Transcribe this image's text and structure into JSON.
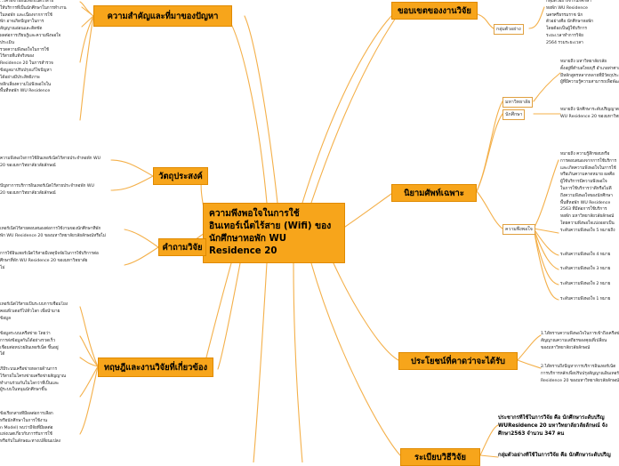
{
  "center": {
    "title": "ความพึงพอใจในการใช้อินเทอร์เน็ตไร้สาย (Wifi) ของนักศึกษาหอพัก WU Residence 20"
  },
  "branches": {
    "significance": "ความสำคัญและที่มาของปัญหา",
    "objectives": "วัตถุประสงค์",
    "questions": "คำถามวิจัย",
    "theory": "ทฤษฎีและงานวิจัยที่เกี่ยวข้อง",
    "scope": "ขอบเขตของงานวิจัย",
    "definitions": "นิยามศัพท์เฉพาะ",
    "benefits": "ประโยชน์ที่คาดว่าจะได้รับ",
    "methodology": "ระเบียบวิธีวิจัย"
  },
  "subnodes": {
    "sample_group": "กลุ่มตัวอย่าง",
    "university": "มหาวิทยาลัย",
    "students": "นักศึกษา",
    "satisfaction": "ความพึงพอใจ"
  },
  "texts": {
    "significance": "...เครือข่ายอินเทอร์เน็ตไร้สาย\nให้บริการที่เป็นนักศึกษาในการทำงาน\nในหอพัก และเนื่องจากการใช้\nพัก อาจเกิดปัญหาในการ\nสัญญาณอ่อนและติดขัด\nผลต่อการเรียนรู้และความพึงพอใจ\nประเมิน\nรวดความพึงพอใจในการใช้\nไร้สายที่แท้จริงของ\nResidence 20 ในการสำรวจ\nข้อมูลมาปรับปรุงแก้ไขปัญหา\nได้อย่างมีประสิทธิภาพ\nหลีกเลี่ยงความไม่พึงพอใจใน\nพื้นที่หอพัก WU Residence",
    "objectives_1": "ความพึงพอใจการใช้อินเทอร์เน็ตไร้สายประจำหอพัก WU\n20 ของมหาวิทยาลัยวลัยลักษณ์",
    "objectives_2": "ปัญหาการบริการอินเทอร์เน็ตไร้สายประจำหอพัก WU\n20 ของมหาวิทยาลัยวลัยลักษณ์",
    "questions_1": "เทอร์เน็ตไร้สายตอบสนองต่อการใช้งานของนักศึกษาที่พัก\nพัก WU Residence 20 ของมหาวิทยาลัยวลัยลักษณ์หรือไม่",
    "questions_2": "การใช้อินเทอร์เน็ตไร้สายมีเหตุปัจจัยในการใช้บริการต่อ\nศึกษาที่พัก WU Residence 20 ของมหาวิทยาลัย\nไม่",
    "theory_1": "เทอร์เน็ตไร้สายเป็นระบบการเชื่อมโยง\nคอมพิวเตอร์ไปทั่วโลก เพื่อนำมาย\nข้อมูล",
    "theory_2": "ข้อมูลระบบเครือข่าย โดยว่า\nการส่งข้อมูลกันได้อย่างรวดเร็ว\nเชื่อมต่อหน่วยอินเทอร์เน็ต ขึ้นอยู่\nได้",
    "theory_3": "ภีมีระบบเครือข่ายหลายด้านการ\nไร้สายในโครงข่ายเครือข่ายสัญญาณ\nทำงานร่วมกันในโลกว่าที่เป็นและ\nผู้ระบบในหนุนนักศึกษาขึ้น",
    "theory_4": "ข้อเรียกสายที่มีผลต่อการเลือก\nหรือนักศึกษาในการใช้งาน\nn Model) พบว่ามีจัยที่มีผลต่อ\nแห่งเนตเกี่ยวกับการรับการใช้\nหรือกับในลักษณะทางเปลี่ยนแปลง",
    "scope": "กลุ่มตัวอย่างจากนักศึกษา\nหอพัก WU Residence\nนครศรีธรรมราช นัก\nตัวอย่างคือ นักศึกษาหอพัก\nโดยต้องเป็นผู้ใช้บริการ\nระยะเวลาทำการวิจัย\n2564 รวมระยะเวลา",
    "university": "หมายถึง มหาวิทยาลัยวลัย\nตั้งอยู่ที่ตำบลไทยบุรี อำเภอท่าศาลา\nมีหลักสูตรหลากหลายที่มีวัตถุประสงค์ให้\nผู้ที่มีความรู้ความสามารถเพื่อพัฒนาสังคม",
    "students": "หมายถึง นักศึกษาระดับปริญญาตรีที่อาศัยอยู่ในหอพัก\nWU Residence 20 ของมหาวิทยาลัยวลัยลักษณ์",
    "satisfaction": "หมายถึง ความรู้สึกชอบหรือ\nการตอบสนองจากการใช้บริการ\nและเกิดความพึงพอใจในการใช้\nหรือเกินความคาดหมาย ผลคือ\nผู้ใช้บริการมีความพึงพอใจ\nในการใช้บริการว่าดีหรือไม่ดี\nถึงความพึงพอใจของนักศึกษา\nพื้นที่หอพัก WU Residence\n2563 ที่มีต่อการใช้บริการ\nหอพัก มหาวิทยาลัยวลัยลักษณ์\nโดยความพึงพอใจแบ่งออกเป็น\nระดับความพึงพอใจ 5 หมายถึง",
    "levels": [
      "ระดับความพึงพอใจ 4 หมาย",
      "ระดับความพึงพอใจ 3 หมาย",
      "ระดับความพึงพอใจ 2 หมาย",
      "ระดับความพึงพอใจ 1 หมาย"
    ],
    "benefits_1": "1.ได้ทราบความพึงพอใจในการเข้าถึงเครือข่าย\nสัญญาณความเสถียรของคุณที่เปลี่ยน\nของมหาวิทยาลัยวลัยลักษณ์",
    "benefits_2": "2.ได้ทราบถึงปัญหาการบริการอินเทอร์เน็ต\nการบริการหลักเพื่อปรับปรุงสัญญาณอินเทอร์เน็ต\nResidence 20 ของมหาวิทยาลัยวลัยลักษณ์",
    "population": "ประชากรที่ใช้ในการวิจัย คือ นักศึกษาระดับปริญ\nWUResidence 20 มหาวิทยาลัยวลัยลักษณ์ จัง\nศึกษา2563 จำนวน 347 คน",
    "sample": "กลุ่มตัวอย่างที่ใช้ในการวิจัย คือ นักศึกษาระดับปริญ"
  }
}
